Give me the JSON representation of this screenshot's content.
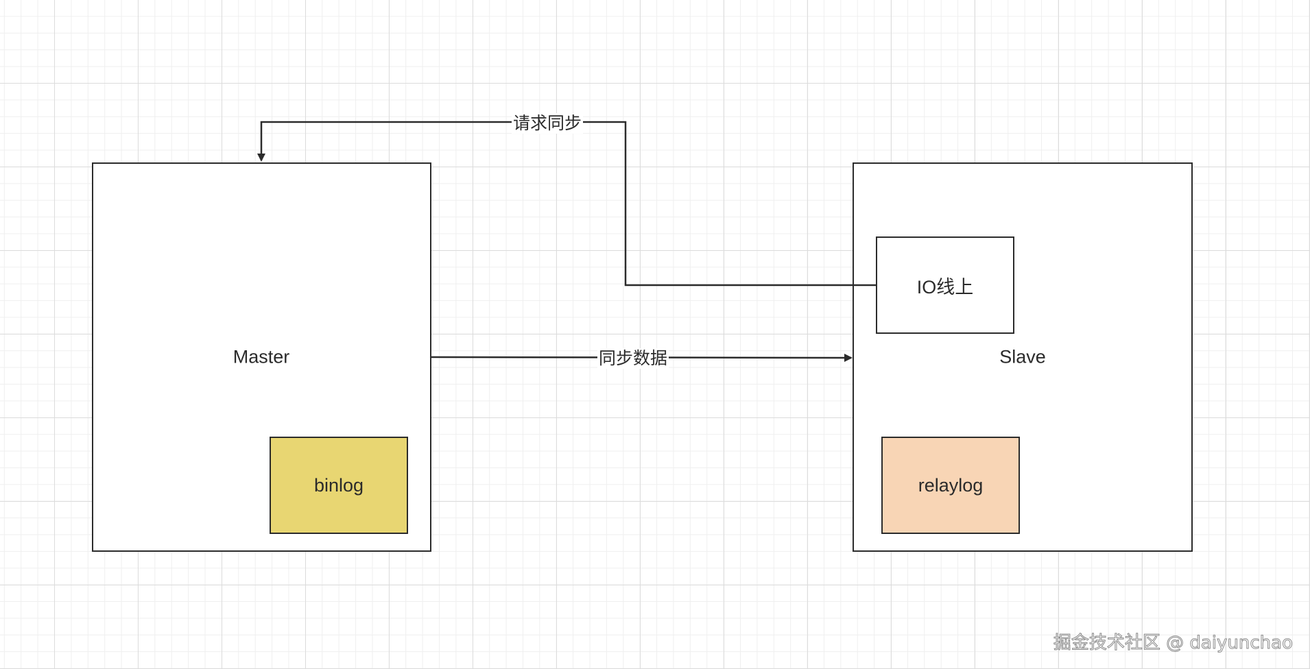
{
  "diagram": {
    "nodes": {
      "master": {
        "label": "Master"
      },
      "slave": {
        "label": "Slave"
      },
      "binlog": {
        "label": "binlog",
        "fill": "#e8d672"
      },
      "relaylog": {
        "label": "relaylog",
        "fill": "#f8d5b5"
      },
      "io_thread": {
        "label": "IO线上"
      }
    },
    "edges": {
      "request_sync": {
        "label": "请求同步",
        "from": "io_thread",
        "to": "master"
      },
      "sync_data": {
        "label": "同步数据",
        "from": "master",
        "to": "slave"
      }
    },
    "colors": {
      "stroke": "#2b2b2b",
      "grid_major": "#dcdcdc",
      "grid_minor": "#efefef"
    }
  },
  "watermark": "掘金技术社区 @ daiyunchao"
}
